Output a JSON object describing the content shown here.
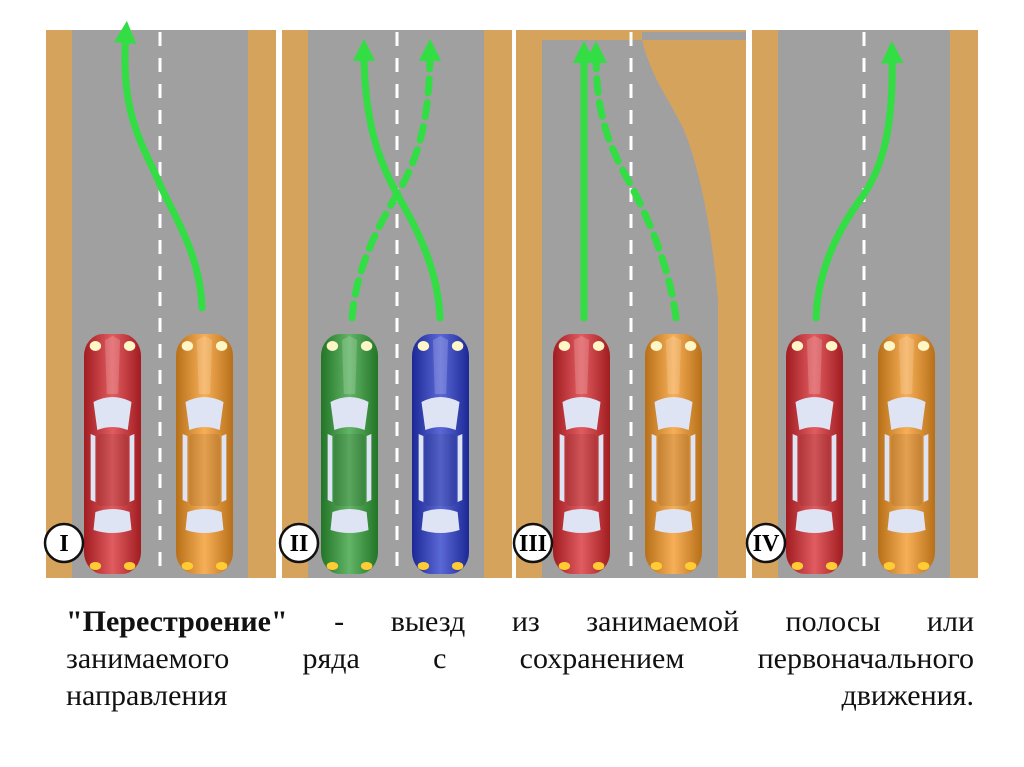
{
  "panels": [
    {
      "id": "1",
      "label": "I",
      "left_car_color": "#d7262b",
      "right_car_color": "#f49420"
    },
    {
      "id": "2",
      "label": "II",
      "left_car_color": "#2e9b33",
      "right_car_color": "#2436c8"
    },
    {
      "id": "3",
      "label": "III",
      "left_car_color": "#d7262b",
      "right_car_color": "#f49420"
    },
    {
      "id": "4",
      "label": "IV",
      "left_car_color": "#d7262b",
      "right_car_color": "#f49420"
    }
  ],
  "colors": {
    "road": "#a0a0a0",
    "shoulder": "#d6a35c",
    "arrow": "#33dd44",
    "lane_marking": "#ffffff"
  },
  "caption": {
    "term": "\"Перестроение\"",
    "line1_rest": " - выезд из занимаемой полосы или",
    "line2": "занимаемого ряда с сохранением первоначального",
    "line3_left": "направления",
    "line3_right": "движения."
  }
}
